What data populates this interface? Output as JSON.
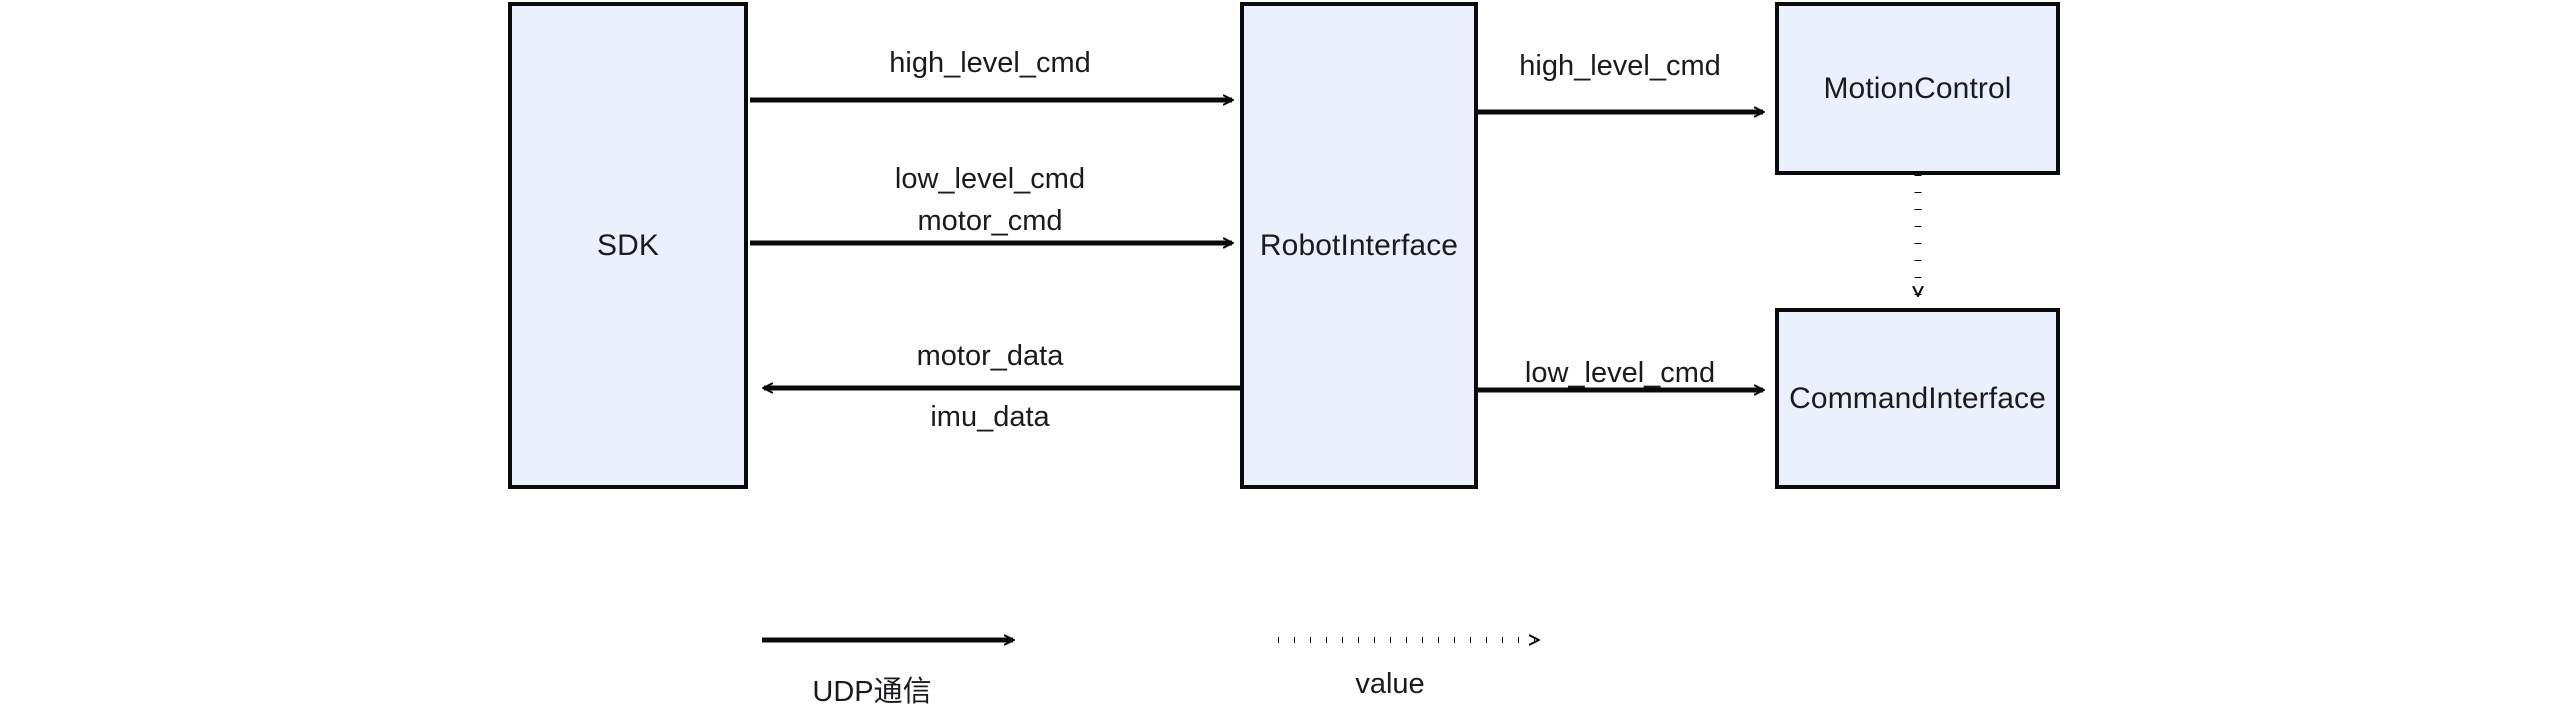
{
  "diagram": {
    "nodes": [
      {
        "id": "sdk",
        "label": "SDK"
      },
      {
        "id": "robot_interface",
        "label": "RobotInterface"
      },
      {
        "id": "motion_control",
        "label": "MotionControl"
      },
      {
        "id": "command_interface",
        "label": "CommandInterface"
      }
    ],
    "edges": [
      {
        "id": "sdk-to-robot-high",
        "from": "sdk",
        "to": "robot_interface",
        "style": "solid",
        "direction": "right",
        "label_above": "high_level_cmd",
        "label_below": ""
      },
      {
        "id": "sdk-to-robot-low",
        "from": "sdk",
        "to": "robot_interface",
        "style": "solid",
        "direction": "right",
        "label_above": "low_level_cmd",
        "label_below": "motor_cmd"
      },
      {
        "id": "robot-to-sdk-data",
        "from": "robot_interface",
        "to": "sdk",
        "style": "solid",
        "direction": "left",
        "label_above": "motor_data",
        "label_below": "imu_data"
      },
      {
        "id": "robot-to-motion-high",
        "from": "robot_interface",
        "to": "motion_control",
        "style": "solid",
        "direction": "right",
        "label_above": "high_level_cmd",
        "label_below": ""
      },
      {
        "id": "robot-to-command-low",
        "from": "robot_interface",
        "to": "command_interface",
        "style": "solid",
        "direction": "right",
        "label_above": "low_level_cmd",
        "label_below": ""
      },
      {
        "id": "motion-to-command-value",
        "from": "motion_control",
        "to": "command_interface",
        "style": "dotted",
        "direction": "down",
        "label_above": "",
        "label_below": ""
      }
    ],
    "legend": [
      {
        "id": "legend-solid",
        "style": "solid",
        "label": "UDP通信"
      },
      {
        "id": "legend-dotted",
        "style": "dotted",
        "label": "value"
      }
    ],
    "colors": {
      "node_fill": "#eaf0fc",
      "node_stroke": "#0a0a0a",
      "text": "#1b1b1f",
      "edge": "#0a0a0a",
      "background": "#ffffff"
    }
  }
}
